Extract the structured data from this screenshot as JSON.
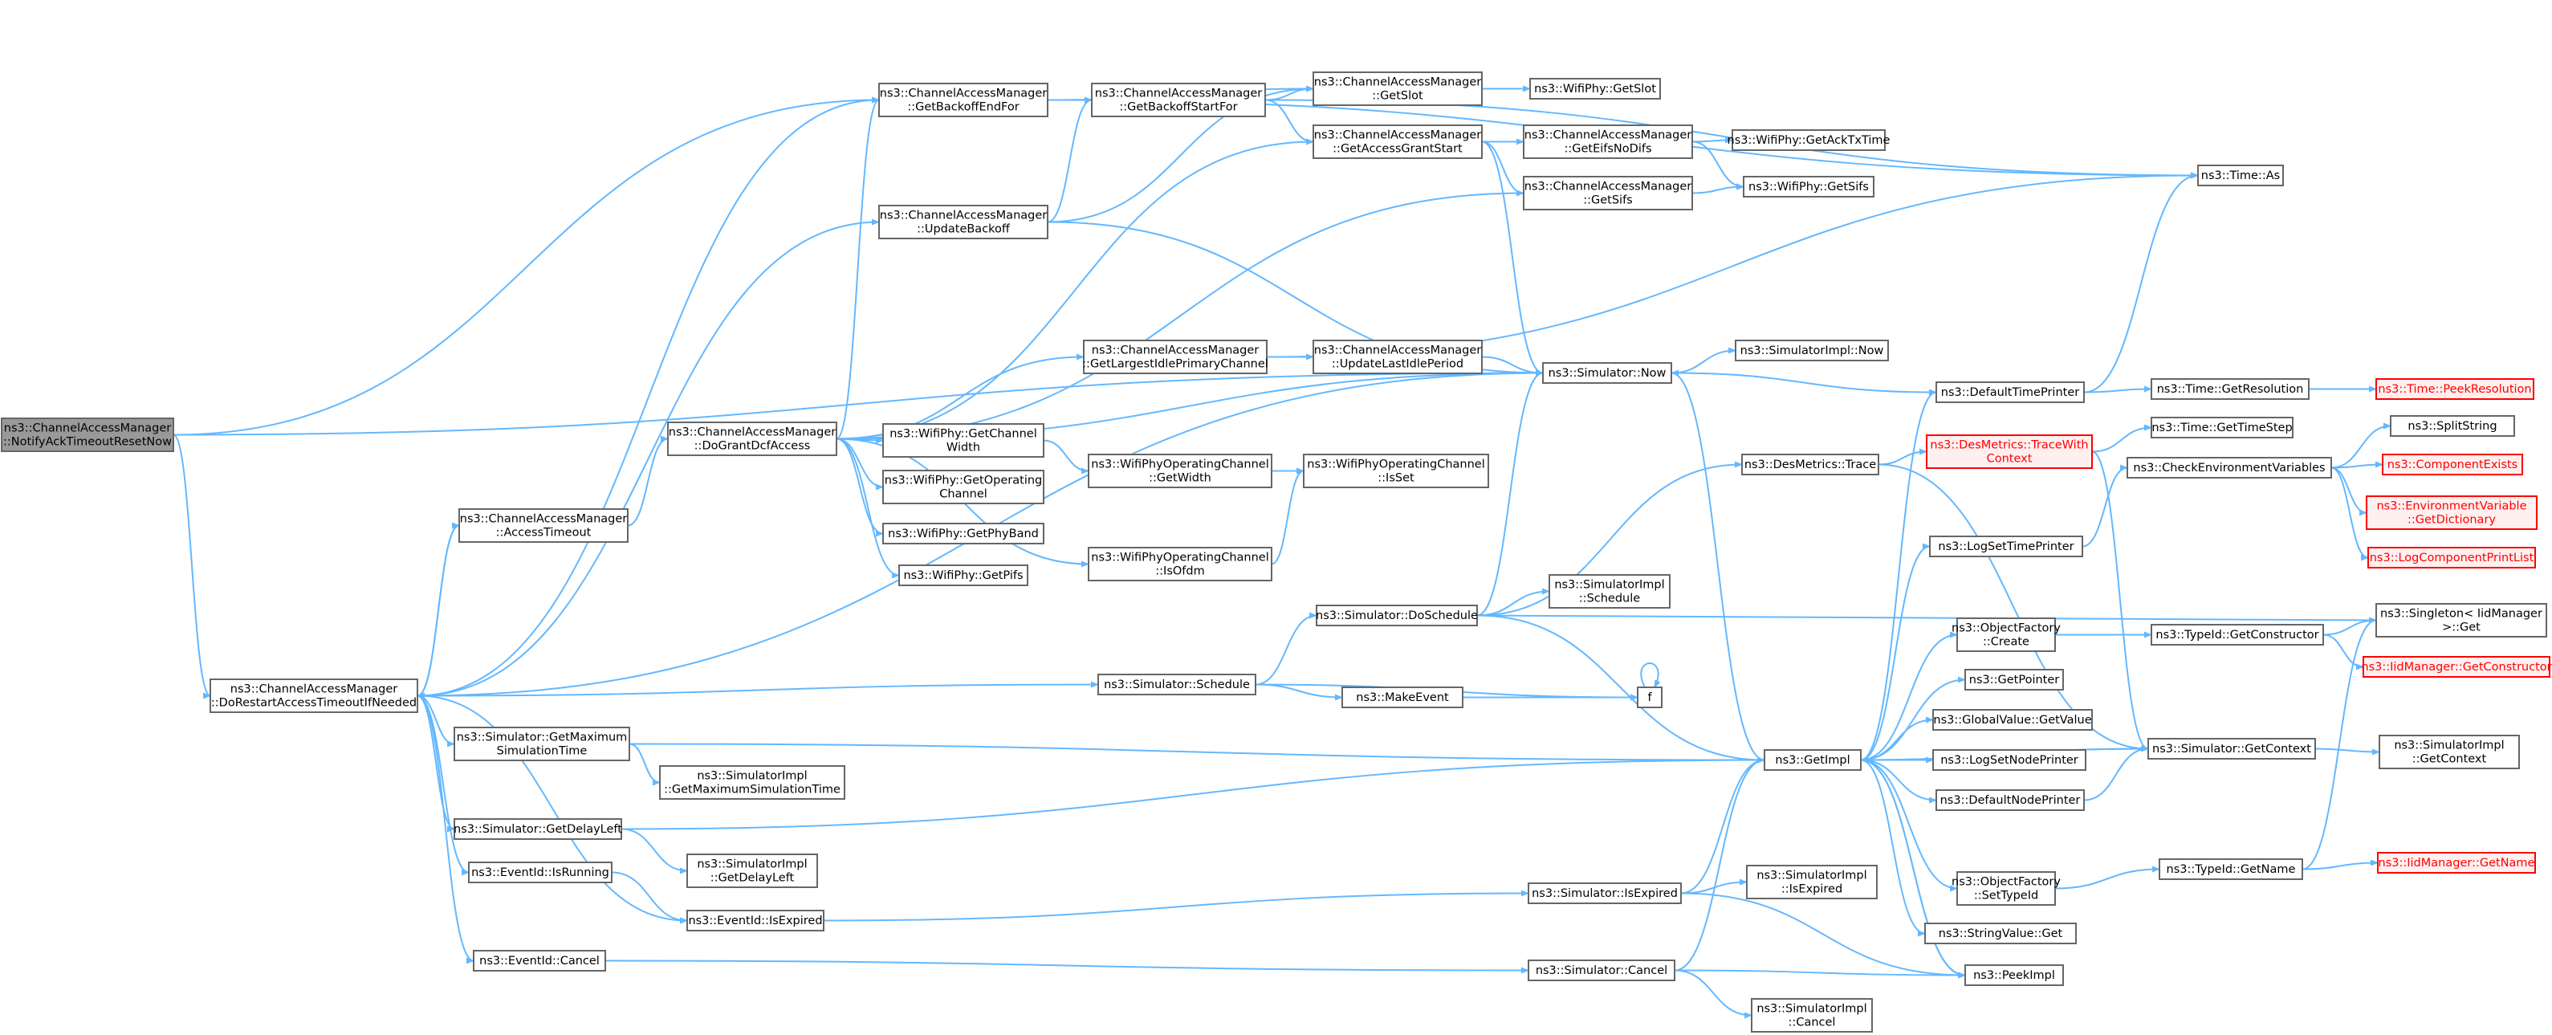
{
  "nodes": [
    {
      "id": "notify",
      "lines": [
        "ns3::ChannelAccessManager",
        "::NotifyAckTimeoutResetNow"
      ],
      "style": "root"
    },
    {
      "id": "dorestart",
      "lines": [
        "ns3::ChannelAccessManager",
        "::DoRestartAccessTimeoutIfNeeded"
      ],
      "style": "normal"
    },
    {
      "id": "getbackoffend",
      "lines": [
        "ns3::ChannelAccessManager",
        "::GetBackoffEndFor"
      ],
      "style": "normal"
    },
    {
      "id": "getbackoffstart",
      "lines": [
        "ns3::ChannelAccessManager",
        "::GetBackoffStartFor"
      ],
      "style": "normal"
    },
    {
      "id": "cam_getslot",
      "lines": [
        "ns3::ChannelAccessManager",
        "::GetSlot"
      ],
      "style": "normal"
    },
    {
      "id": "wifi_getslot",
      "lines": [
        "ns3::WifiPhy::GetSlot"
      ],
      "style": "normal"
    },
    {
      "id": "getaccessgrant",
      "lines": [
        "ns3::ChannelAccessManager",
        "::GetAccessGrantStart"
      ],
      "style": "normal"
    },
    {
      "id": "geteifsnodifs",
      "lines": [
        "ns3::ChannelAccessManager",
        "::GetEifsNoDifs"
      ],
      "style": "normal"
    },
    {
      "id": "getacktxtime",
      "lines": [
        "ns3::WifiPhy::GetAckTxTime"
      ],
      "style": "normal"
    },
    {
      "id": "cam_getsifs",
      "lines": [
        "ns3::ChannelAccessManager",
        "::GetSifs"
      ],
      "style": "normal"
    },
    {
      "id": "wifi_getsifs",
      "lines": [
        "ns3::WifiPhy::GetSifs"
      ],
      "style": "normal"
    },
    {
      "id": "time_as",
      "lines": [
        "ns3::Time::As"
      ],
      "style": "normal"
    },
    {
      "id": "updatebackoff",
      "lines": [
        "ns3::ChannelAccessManager",
        "::UpdateBackoff"
      ],
      "style": "normal"
    },
    {
      "id": "getlargestidle",
      "lines": [
        "ns3::ChannelAccessManager",
        "::GetLargestIdlePrimaryChannel"
      ],
      "style": "normal"
    },
    {
      "id": "updatelastidle",
      "lines": [
        "ns3::ChannelAccessManager",
        "::UpdateLastIdlePeriod"
      ],
      "style": "normal"
    },
    {
      "id": "sim_now",
      "lines": [
        "ns3::Simulator::Now"
      ],
      "style": "normal"
    },
    {
      "id": "simimpl_now",
      "lines": [
        "ns3::SimulatorImpl::Now"
      ],
      "style": "normal"
    },
    {
      "id": "defaulttimeprinter",
      "lines": [
        "ns3::DefaultTimePrinter"
      ],
      "style": "normal"
    },
    {
      "id": "getresolution",
      "lines": [
        "ns3::Time::GetResolution"
      ],
      "style": "normal"
    },
    {
      "id": "peekresolution",
      "lines": [
        "ns3::Time::PeekResolution"
      ],
      "style": "red"
    },
    {
      "id": "dogrant",
      "lines": [
        "ns3::ChannelAccessManager",
        "::DoGrantDcfAccess"
      ],
      "style": "normal"
    },
    {
      "id": "getchannelwidth",
      "lines": [
        "ns3::WifiPhy::GetChannel",
        "Width"
      ],
      "style": "normal"
    },
    {
      "id": "opch_getwidth",
      "lines": [
        "ns3::WifiPhyOperatingChannel",
        "::GetWidth"
      ],
      "style": "normal"
    },
    {
      "id": "opch_isset",
      "lines": [
        "ns3::WifiPhyOperatingChannel",
        "::IsSet"
      ],
      "style": "normal"
    },
    {
      "id": "getoperating",
      "lines": [
        "ns3::WifiPhy::GetOperating",
        "Channel"
      ],
      "style": "normal"
    },
    {
      "id": "getphyband",
      "lines": [
        "ns3::WifiPhy::GetPhyBand"
      ],
      "style": "normal"
    },
    {
      "id": "getpifs",
      "lines": [
        "ns3::WifiPhy::GetPifs"
      ],
      "style": "normal"
    },
    {
      "id": "isofdm",
      "lines": [
        "ns3::WifiPhyOperatingChannel",
        "::IsOfdm"
      ],
      "style": "normal"
    },
    {
      "id": "accesstimeout",
      "lines": [
        "ns3::ChannelAccessManager",
        "::AccessTimeout"
      ],
      "style": "normal"
    },
    {
      "id": "desmetrics_trace",
      "lines": [
        "ns3::DesMetrics::Trace"
      ],
      "style": "normal"
    },
    {
      "id": "tracewithcontext",
      "lines": [
        "ns3::DesMetrics::TraceWith",
        "Context"
      ],
      "style": "red"
    },
    {
      "id": "gettimestep",
      "lines": [
        "ns3::Time::GetTimeStep"
      ],
      "style": "normal"
    },
    {
      "id": "checkenv",
      "lines": [
        "ns3::CheckEnvironmentVariables"
      ],
      "style": "normal"
    },
    {
      "id": "splitstring",
      "lines": [
        "ns3::SplitString"
      ],
      "style": "normal"
    },
    {
      "id": "componentexists",
      "lines": [
        "ns3::ComponentExists"
      ],
      "style": "red"
    },
    {
      "id": "envgetdict",
      "lines": [
        "ns3::EnvironmentVariable",
        "::GetDictionary"
      ],
      "style": "red"
    },
    {
      "id": "logcomponentprint",
      "lines": [
        "ns3::LogComponentPrintList"
      ],
      "style": "red"
    },
    {
      "id": "logsettimeprinter",
      "lines": [
        "ns3::LogSetTimePrinter"
      ],
      "style": "normal"
    },
    {
      "id": "sim_doschedule",
      "lines": [
        "ns3::Simulator::DoSchedule"
      ],
      "style": "normal"
    },
    {
      "id": "simimpl_schedule",
      "lines": [
        "ns3::SimulatorImpl",
        "::Schedule"
      ],
      "style": "normal"
    },
    {
      "id": "singleton_get",
      "lines": [
        "ns3::Singleton< IidManager",
        " >::Get"
      ],
      "style": "normal"
    },
    {
      "id": "iid_getconstructor",
      "lines": [
        "ns3::IidManager::GetConstructor"
      ],
      "style": "red"
    },
    {
      "id": "objfactory_create",
      "lines": [
        "ns3::ObjectFactory",
        "::Create"
      ],
      "style": "normal"
    },
    {
      "id": "typeid_getconstructor",
      "lines": [
        "ns3::TypeId::GetConstructor"
      ],
      "style": "normal"
    },
    {
      "id": "sim_schedule",
      "lines": [
        "ns3::Simulator::Schedule"
      ],
      "style": "normal"
    },
    {
      "id": "makeevent",
      "lines": [
        "ns3::MakeEvent"
      ],
      "style": "normal"
    },
    {
      "id": "f",
      "lines": [
        "f"
      ],
      "style": "normal"
    },
    {
      "id": "getpointer",
      "lines": [
        "ns3::GetPointer"
      ],
      "style": "normal"
    },
    {
      "id": "globalvalue_get",
      "lines": [
        "ns3::GlobalValue::GetValue"
      ],
      "style": "normal"
    },
    {
      "id": "getmaxsimtime",
      "lines": [
        "ns3::Simulator::GetMaximum",
        "SimulationTime"
      ],
      "style": "normal"
    },
    {
      "id": "simimpl_getmax",
      "lines": [
        "ns3::SimulatorImpl",
        "::GetMaximumSimulationTime"
      ],
      "style": "normal"
    },
    {
      "id": "getimpl",
      "lines": [
        "ns3::GetImpl"
      ],
      "style": "normal"
    },
    {
      "id": "logsetnodeprinter",
      "lines": [
        "ns3::LogSetNodePrinter"
      ],
      "style": "normal"
    },
    {
      "id": "defaultnodeprinter",
      "lines": [
        "ns3::DefaultNodePrinter"
      ],
      "style": "normal"
    },
    {
      "id": "sim_getcontext",
      "lines": [
        "ns3::Simulator::GetContext"
      ],
      "style": "normal"
    },
    {
      "id": "simimpl_getcontext",
      "lines": [
        "ns3::SimulatorImpl",
        "::GetContext"
      ],
      "style": "normal"
    },
    {
      "id": "getdelayleft",
      "lines": [
        "ns3::Simulator::GetDelayLeft"
      ],
      "style": "normal"
    },
    {
      "id": "simimpl_getdelayleft",
      "lines": [
        "ns3::SimulatorImpl",
        "::GetDelayLeft"
      ],
      "style": "normal"
    },
    {
      "id": "eventid_isrunning",
      "lines": [
        "ns3::EventId::IsRunning"
      ],
      "style": "normal"
    },
    {
      "id": "eventid_isexpired",
      "lines": [
        "ns3::EventId::IsExpired"
      ],
      "style": "normal"
    },
    {
      "id": "sim_isexpired",
      "lines": [
        "ns3::Simulator::IsExpired"
      ],
      "style": "normal"
    },
    {
      "id": "simimpl_isexpired",
      "lines": [
        "ns3::SimulatorImpl",
        "::IsExpired"
      ],
      "style": "normal"
    },
    {
      "id": "objfactory_settypeid",
      "lines": [
        "ns3::ObjectFactory",
        "::SetTypeId"
      ],
      "style": "normal"
    },
    {
      "id": "typeid_getname",
      "lines": [
        "ns3::TypeId::GetName"
      ],
      "style": "normal"
    },
    {
      "id": "iid_getname",
      "lines": [
        "ns3::IidManager::GetName"
      ],
      "style": "red"
    },
    {
      "id": "stringvalue_get",
      "lines": [
        "ns3::StringValue::Get"
      ],
      "style": "normal"
    },
    {
      "id": "eventid_cancel",
      "lines": [
        "ns3::EventId::Cancel"
      ],
      "style": "normal"
    },
    {
      "id": "sim_cancel",
      "lines": [
        "ns3::Simulator::Cancel"
      ],
      "style": "normal"
    },
    {
      "id": "peekimpl",
      "lines": [
        "ns3::PeekImpl"
      ],
      "style": "normal"
    },
    {
      "id": "simimpl_cancel",
      "lines": [
        "ns3::SimulatorImpl",
        "::Cancel"
      ],
      "style": "normal"
    }
  ],
  "edges": [
    [
      "notify",
      "dorestart"
    ],
    [
      "notify",
      "getbackoffend"
    ],
    [
      "notify",
      "sim_now"
    ],
    [
      "dorestart",
      "accesstimeout"
    ],
    [
      "dorestart",
      "getbackoffend"
    ],
    [
      "dorestart",
      "updatebackoff"
    ],
    [
      "dorestart",
      "sim_now"
    ],
    [
      "dorestart",
      "sim_schedule"
    ],
    [
      "dorestart",
      "getmaxsimtime"
    ],
    [
      "dorestart",
      "getdelayleft"
    ],
    [
      "dorestart",
      "eventid_isrunning"
    ],
    [
      "dorestart",
      "eventid_isexpired"
    ],
    [
      "dorestart",
      "eventid_cancel"
    ],
    [
      "accesstimeout",
      "dorestart"
    ],
    [
      "accesstimeout",
      "dogrant"
    ],
    [
      "getbackoffend",
      "getbackoffstart"
    ],
    [
      "getbackoffend",
      "cam_getslot"
    ],
    [
      "getbackoffend",
      "time_as"
    ],
    [
      "getbackoffstart",
      "cam_getslot"
    ],
    [
      "getbackoffstart",
      "getaccessgrant"
    ],
    [
      "getbackoffstart",
      "time_as"
    ],
    [
      "cam_getslot",
      "wifi_getslot"
    ],
    [
      "getaccessgrant",
      "geteifsnodifs"
    ],
    [
      "getaccessgrant",
      "cam_getsifs"
    ],
    [
      "getaccessgrant",
      "sim_now"
    ],
    [
      "geteifsnodifs",
      "getacktxtime"
    ],
    [
      "geteifsnodifs",
      "wifi_getsifs"
    ],
    [
      "cam_getsifs",
      "wifi_getsifs"
    ],
    [
      "updatebackoff",
      "getbackoffstart"
    ],
    [
      "updatebackoff",
      "cam_getslot"
    ],
    [
      "updatebackoff",
      "sim_now"
    ],
    [
      "dogrant",
      "getbackoffend"
    ],
    [
      "dogrant",
      "getaccessgrant"
    ],
    [
      "dogrant",
      "cam_getsifs"
    ],
    [
      "dogrant",
      "getlargestidle"
    ],
    [
      "dogrant",
      "sim_now"
    ],
    [
      "dogrant",
      "getchannelwidth"
    ],
    [
      "dogrant",
      "getoperating"
    ],
    [
      "dogrant",
      "getphyband"
    ],
    [
      "dogrant",
      "getpifs"
    ],
    [
      "dogrant",
      "isofdm"
    ],
    [
      "getlargestidle",
      "updatelastidle"
    ],
    [
      "getlargestidle",
      "time_as"
    ],
    [
      "updatelastidle",
      "sim_now"
    ],
    [
      "sim_now",
      "simimpl_now"
    ],
    [
      "sim_now",
      "getimpl"
    ],
    [
      "defaulttimeprinter",
      "sim_now"
    ],
    [
      "defaulttimeprinter",
      "getresolution"
    ],
    [
      "defaulttimeprinter",
      "time_as"
    ],
    [
      "getresolution",
      "peekresolution"
    ],
    [
      "getchannelwidth",
      "opch_getwidth"
    ],
    [
      "opch_getwidth",
      "opch_isset"
    ],
    [
      "isofdm",
      "opch_isset"
    ],
    [
      "sim_doschedule",
      "sim_now"
    ],
    [
      "sim_doschedule",
      "desmetrics_trace"
    ],
    [
      "sim_doschedule",
      "simimpl_schedule"
    ],
    [
      "sim_doschedule",
      "singleton_get"
    ],
    [
      "sim_doschedule",
      "getimpl"
    ],
    [
      "desmetrics_trace",
      "tracewithcontext"
    ],
    [
      "desmetrics_trace",
      "sim_getcontext"
    ],
    [
      "tracewithcontext",
      "gettimestep"
    ],
    [
      "tracewithcontext",
      "sim_getcontext"
    ],
    [
      "checkenv",
      "splitstring"
    ],
    [
      "checkenv",
      "componentexists"
    ],
    [
      "checkenv",
      "envgetdict"
    ],
    [
      "checkenv",
      "logcomponentprint"
    ],
    [
      "logsettimeprinter",
      "checkenv"
    ],
    [
      "sim_schedule",
      "sim_doschedule"
    ],
    [
      "sim_schedule",
      "makeevent"
    ],
    [
      "sim_schedule",
      "f"
    ],
    [
      "makeevent",
      "f"
    ],
    [
      "f",
      "f"
    ],
    [
      "getmaxsimtime",
      "simimpl_getmax"
    ],
    [
      "getmaxsimtime",
      "getimpl"
    ],
    [
      "getdelayleft",
      "simimpl_getdelayleft"
    ],
    [
      "getdelayleft",
      "getimpl"
    ],
    [
      "eventid_isrunning",
      "eventid_isexpired"
    ],
    [
      "eventid_isexpired",
      "sim_isexpired"
    ],
    [
      "sim_isexpired",
      "simimpl_isexpired"
    ],
    [
      "sim_isexpired",
      "getimpl"
    ],
    [
      "sim_isexpired",
      "peekimpl"
    ],
    [
      "eventid_cancel",
      "sim_cancel"
    ],
    [
      "sim_cancel",
      "simimpl_cancel"
    ],
    [
      "sim_cancel",
      "getimpl"
    ],
    [
      "sim_cancel",
      "peekimpl"
    ],
    [
      "getimpl",
      "defaulttimeprinter"
    ],
    [
      "getimpl",
      "logsettimeprinter"
    ],
    [
      "getimpl",
      "objfactory_create"
    ],
    [
      "getimpl",
      "getpointer"
    ],
    [
      "getimpl",
      "globalvalue_get"
    ],
    [
      "getimpl",
      "logsetnodeprinter"
    ],
    [
      "getimpl",
      "defaultnodeprinter"
    ],
    [
      "getimpl",
      "sim_getcontext"
    ],
    [
      "getimpl",
      "objfactory_settypeid"
    ],
    [
      "getimpl",
      "stringvalue_get"
    ],
    [
      "getimpl",
      "peekimpl"
    ],
    [
      "defaultnodeprinter",
      "sim_getcontext"
    ],
    [
      "sim_getcontext",
      "simimpl_getcontext"
    ],
    [
      "sim_getcontext",
      "getimpl"
    ],
    [
      "objfactory_create",
      "typeid_getconstructor"
    ],
    [
      "typeid_getconstructor",
      "singleton_get"
    ],
    [
      "typeid_getconstructor",
      "iid_getconstructor"
    ],
    [
      "objfactory_settypeid",
      "typeid_getname"
    ],
    [
      "typeid_getname",
      "singleton_get"
    ],
    [
      "typeid_getname",
      "iid_getname"
    ],
    [
      "peekimpl",
      "getimpl"
    ]
  ],
  "colors": {
    "edge": "#63b8ff",
    "node_border": "#666666",
    "root_fill": "#999999",
    "missing_border": "#ff0000",
    "missing_fill": "#fff0f0"
  }
}
